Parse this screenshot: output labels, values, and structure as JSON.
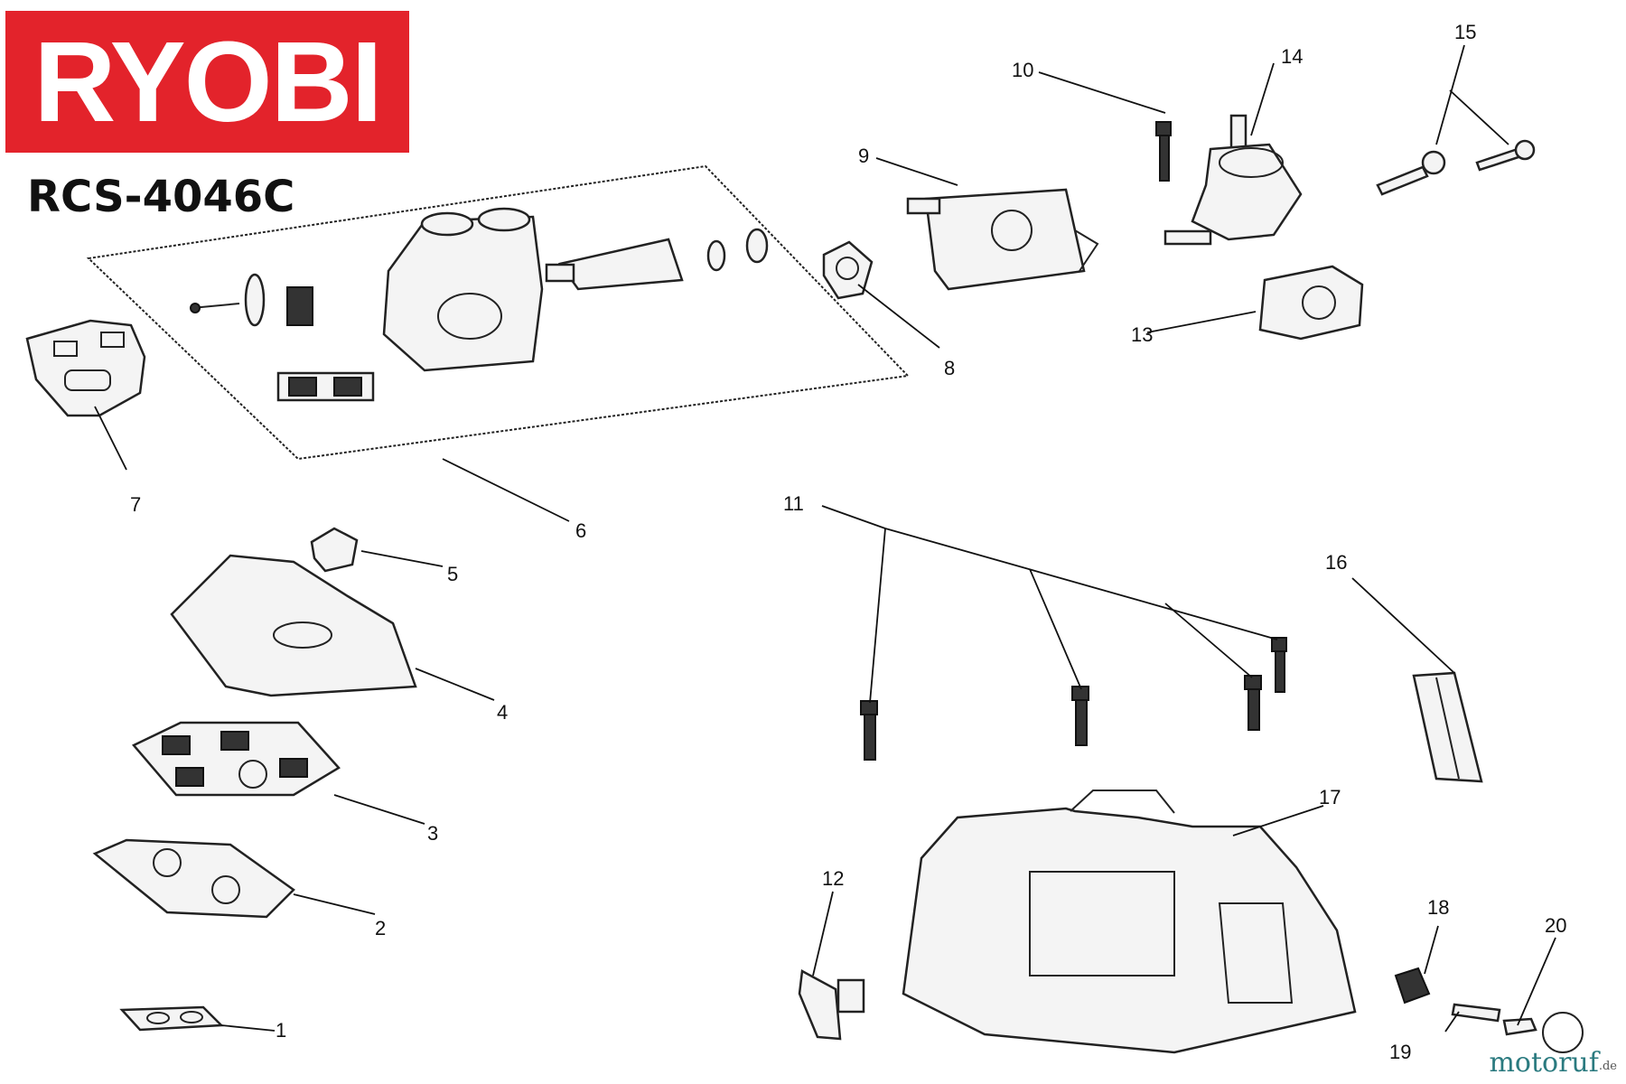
{
  "brand": {
    "logo_text": "RYOBI",
    "logo_color": "#e3232b"
  },
  "model": "RCS-4046C",
  "watermark": {
    "text": "motoruf",
    "suffix": ".de"
  },
  "callouts": [
    "1",
    "2",
    "3",
    "4",
    "5",
    "6",
    "7",
    "8",
    "9",
    "10",
    "11",
    "12",
    "13",
    "14",
    "15",
    "16",
    "17",
    "18",
    "19",
    "20"
  ],
  "parts": [
    {
      "num": "1",
      "icon": "gasket-small-icon"
    },
    {
      "num": "2",
      "icon": "filter-base-icon"
    },
    {
      "num": "3",
      "icon": "air-filter-icon"
    },
    {
      "num": "4",
      "icon": "filter-cover-icon"
    },
    {
      "num": "5",
      "icon": "cover-knob-icon"
    },
    {
      "num": "6",
      "icon": "cylinder-assembly-icon"
    },
    {
      "num": "7",
      "icon": "gasket-plate-icon"
    },
    {
      "num": "8",
      "icon": "gasket-ring-icon"
    },
    {
      "num": "9",
      "icon": "carburetor-icon"
    },
    {
      "num": "10",
      "icon": "screw-icon"
    },
    {
      "num": "11",
      "icon": "screw-set-icon"
    },
    {
      "num": "12",
      "icon": "bracket-icon"
    },
    {
      "num": "13",
      "icon": "intake-adapter-icon"
    },
    {
      "num": "14",
      "icon": "intake-manifold-icon"
    },
    {
      "num": "15",
      "icon": "link-rod-icon"
    },
    {
      "num": "16",
      "icon": "guide-plate-icon"
    },
    {
      "num": "17",
      "icon": "engine-housing-icon"
    },
    {
      "num": "18",
      "icon": "clip-icon"
    },
    {
      "num": "19",
      "icon": "pin-icon"
    },
    {
      "num": "20",
      "icon": "choke-lever-icon"
    }
  ]
}
